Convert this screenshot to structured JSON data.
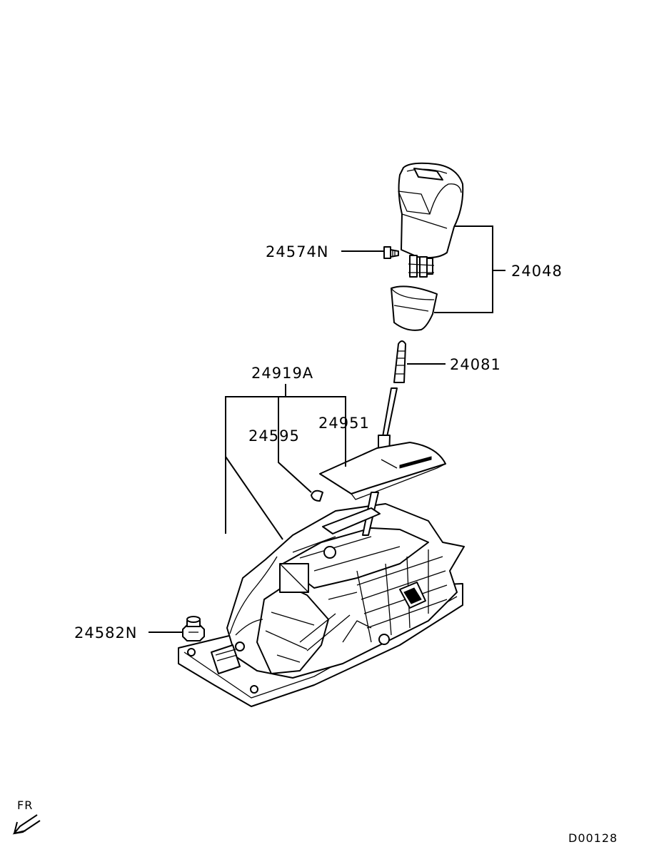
{
  "labels": {
    "knob_assembly": "24048",
    "knob_screw": "24574N",
    "lever_rod": "24081",
    "shifter_assembly": "24919A",
    "indicator_cover": "24951",
    "indicator_bulb": "24595",
    "mount_nut": "24582N"
  },
  "direction_marker": "FR",
  "diagram_code": "D00128"
}
